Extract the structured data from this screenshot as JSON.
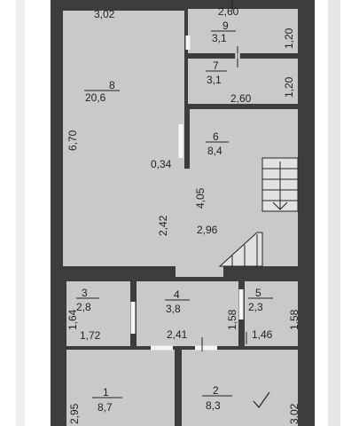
{
  "rooms": [
    {
      "id": "8",
      "area": "20,6"
    },
    {
      "id": "9",
      "area": "3,1"
    },
    {
      "id": "7",
      "area": "3,1"
    },
    {
      "id": "6",
      "area": "8,4"
    },
    {
      "id": "3",
      "area": "2,8"
    },
    {
      "id": "4",
      "area": "3,8"
    },
    {
      "id": "5",
      "area": "2,3"
    },
    {
      "id": "1",
      "area": "8,7"
    },
    {
      "id": "2",
      "area": "8,3"
    }
  ],
  "dimensions": {
    "d302_top": "3,02",
    "d260_top": "2,60",
    "d120_a": "1,20",
    "d120_b": "1,20",
    "d260_mid": "2,60",
    "d670": "6,70",
    "d034": "0,34",
    "d405": "4,05",
    "d242": "2,42",
    "d296": "2,96",
    "d164": "1,64",
    "d172": "1,72",
    "d158_a": "1,58",
    "d241": "2,41",
    "d158_b": "1,58",
    "d146": "1,46",
    "d295": "2,95",
    "d302_bottom": "3,02"
  }
}
